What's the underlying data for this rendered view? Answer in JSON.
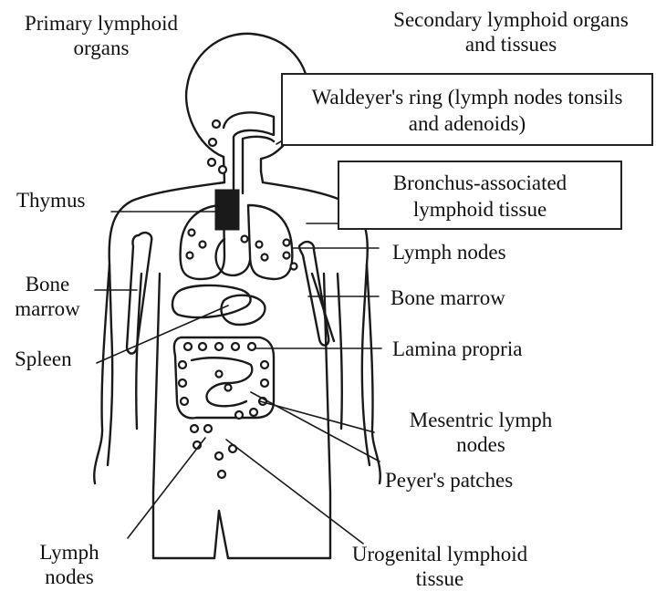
{
  "headers": {
    "primary": [
      "Primary lymphoid",
      "organs"
    ],
    "secondary": [
      "Secondary lymphoid organs",
      "and tissues"
    ]
  },
  "boxes": {
    "waldeyer": [
      "Waldeyer's ring (lymph nodes tonsils",
      "and adenoids)"
    ],
    "bronchus": [
      "Bronchus-associated",
      "lymphoid tissue"
    ]
  },
  "left_labels": {
    "thymus": "Thymus",
    "bone_marrow": [
      "Bone",
      "marrow"
    ],
    "spleen": "Spleen",
    "lymph_nodes": [
      "Lymph",
      "nodes"
    ]
  },
  "right_labels": {
    "lymph_nodes": "Lymph nodes",
    "bone_marrow": "Bone marrow",
    "lamina_propria": "Lamina propria",
    "mesentric": [
      "Mesentric lymph",
      "nodes"
    ],
    "peyers": "Peyer's patches",
    "urogenital": [
      "Urogenital lymphoid",
      "tissue"
    ]
  }
}
